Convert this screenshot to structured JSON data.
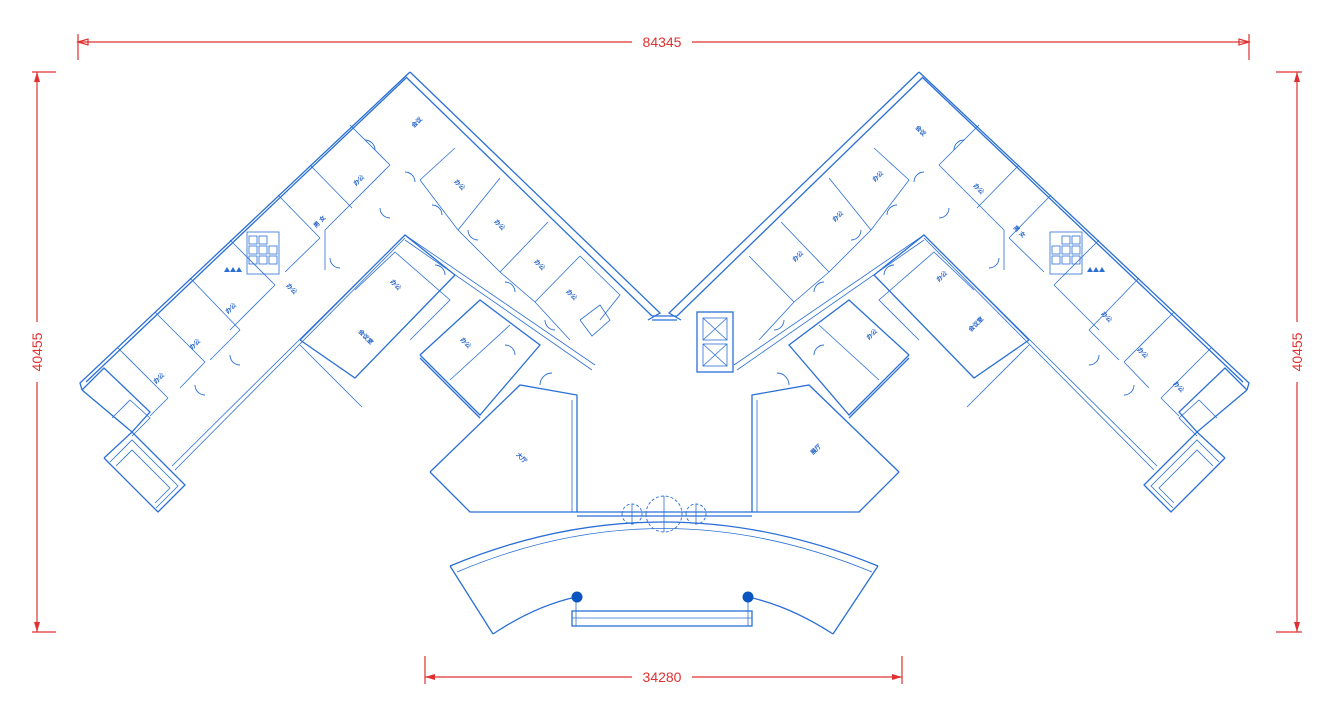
{
  "dimensions": {
    "overall_width": "84345",
    "left_height": "40455",
    "right_height": "40455",
    "entrance_width": "34280"
  },
  "colors": {
    "dimension": "#e03030",
    "wall": "#2a6fd6",
    "column": "#0a55c0",
    "background": "#ffffff"
  }
}
